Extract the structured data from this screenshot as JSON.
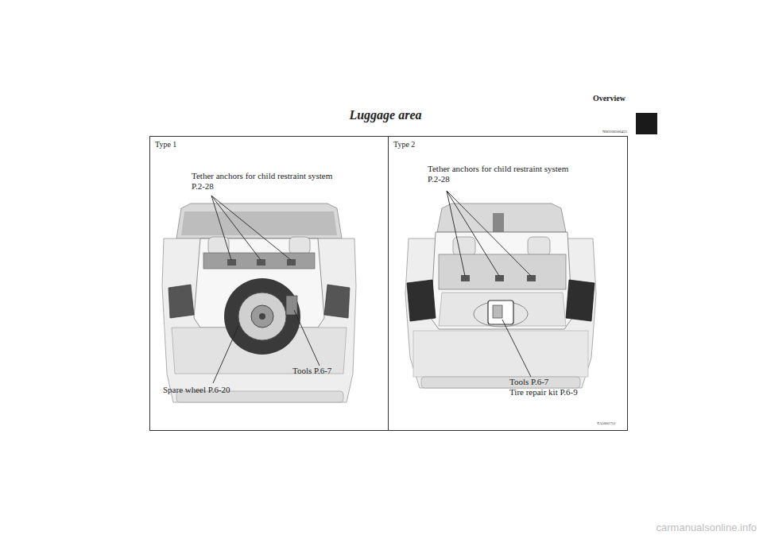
{
  "diagram": {
    "title": "Luggage area",
    "labels": [
      "Overview",
      "N00100500455",
      "Type 1",
      "Tether anchors for child restraint system P.2-28",
      "Tools P.6-7",
      "Spare wheel P.6-20",
      "Type 2",
      "Tether anchors for child restraint system P.2-28",
      "Tools P.6-7",
      "Tire repair kit P.6-9",
      "TA5001751",
      "carmanualsonline.info"
    ]
  }
}
